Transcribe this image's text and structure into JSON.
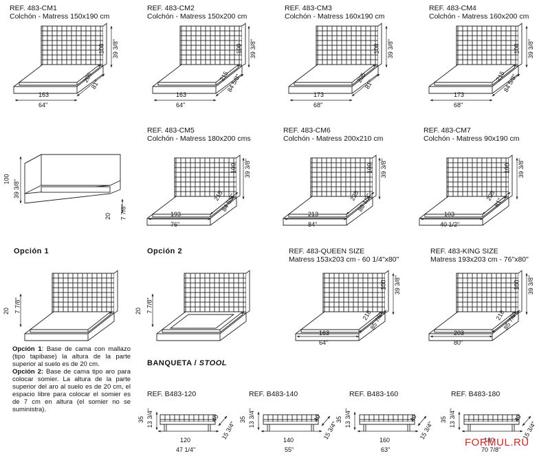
{
  "beds": [
    {
      "ref": "REF. 483-CM1",
      "mattress": "Colchón - Matress 150x190 cm",
      "width_cm": "163",
      "width_in": "64\"",
      "depth_cm": "205",
      "depth_in": "81\"",
      "height_cm": "100",
      "height_in": "39 3/8\""
    },
    {
      "ref": "REF. 483-CM2",
      "mattress": "Colchón - Matress 150x200 cm",
      "width_cm": "163",
      "width_in": "64\"",
      "depth_cm": "215",
      "depth_in": "84 5/8\"",
      "height_cm": "100",
      "height_in": "39 3/8\""
    },
    {
      "ref": "REF. 483-CM3",
      "mattress": "Colchón - Matress 160x190 cm",
      "width_cm": "173",
      "width_in": "68\"",
      "depth_cm": "205",
      "depth_in": "81\"",
      "height_cm": "100",
      "height_in": "39 3/8\""
    },
    {
      "ref": "REF. 483-CM4",
      "mattress": "Colchón - Matress 160x200 cm",
      "width_cm": "173",
      "width_in": "68\"",
      "depth_cm": "215",
      "depth_in": "84 5/8\"",
      "height_cm": "100",
      "height_in": "39 3/8\""
    },
    {
      "ref": "REF. 483-CM5",
      "mattress": "Colchón - Matress 180x200 cms",
      "width_cm": "193",
      "width_in": "76\"",
      "depth_cm": "215",
      "depth_in": "84 5/8\"",
      "height_cm": "100",
      "height_in": "39 3/8\""
    },
    {
      "ref": "REF. 483-CM6",
      "mattress": "Colchón - Matress 200x210 cm",
      "width_cm": "213",
      "width_in": "84\"",
      "depth_cm": "225",
      "depth_in": "88 1/2\"",
      "height_cm": "100",
      "height_in": "39 3/8\""
    },
    {
      "ref": "REF. 483-CM7",
      "mattress": "Colchón - Matress 90x190 cm",
      "width_cm": "103",
      "width_in": "40 1/2\"",
      "depth_cm": "205",
      "depth_in": "81\"",
      "height_cm": "100",
      "height_in": "39 3/8\""
    },
    {
      "ref": "REF. 483-QUEEN SIZE",
      "mattress": "Matress 153x203 cm - 60 1/4\"x80\"",
      "width_cm": "163",
      "width_in": "64\"",
      "depth_cm": "218",
      "depth_in": "85 7/8\"",
      "height_cm": "100",
      "height_in": "39 3/8\""
    },
    {
      "ref": "REF. 483-KING SIZE",
      "mattress": "Matress 193x203 cm - 76\"x80\"",
      "width_cm": "203",
      "width_in": "80\"",
      "depth_cm": "218",
      "depth_in": "85 7/8\"",
      "height_cm": "100",
      "height_in": "39 3/8\""
    }
  ],
  "side_view": {
    "height_cm": "100",
    "height_in": "39 3/8\"",
    "base_cm": "20",
    "base_in": "7 7/8\""
  },
  "options": [
    {
      "title": "Opción  1",
      "h_cm": "20",
      "h_in": "7 7/8\""
    },
    {
      "title": "Opción  2",
      "h_cm": "20",
      "h_in": "7 7/8\""
    }
  ],
  "notes": {
    "op1_label": "Opción 1",
    "op1_text": ": Base de cama con mallazo (tipo tapibase) la altura de la parte superior al suelo es de 20 cm.",
    "op2_label": "Opción 2:",
    "op2_text": " Base de cama tipo aro para colocar somier. La altura de la parte superior del aro al suelo es de 20 cm, el espacio libre para colocar el somier es de 7 cm en altura (el somier no se suministra)."
  },
  "stool_section": {
    "title": "BANQUETA / ",
    "title_italic": "STOOL"
  },
  "stools": [
    {
      "ref": "REF. B483-120",
      "length_cm": "120",
      "length_in": "47 1/4\"",
      "depth_cm": "40",
      "depth_in": "15 3/4\"",
      "height_cm": "35",
      "height_in": "13 3/4\""
    },
    {
      "ref": "REF. B483-140",
      "length_cm": "140",
      "length_in": "55\"",
      "depth_cm": "40",
      "depth_in": "15 3/4\"",
      "height_cm": "35",
      "height_in": "13 3/4\""
    },
    {
      "ref": "REF. B483-160",
      "length_cm": "160",
      "length_in": "63\"",
      "depth_cm": "40",
      "depth_in": "15 3/4\"",
      "height_cm": "35",
      "height_in": "13 3/4\""
    },
    {
      "ref": "REF. B483-180",
      "length_cm": "180",
      "length_in": "70 7/8\"",
      "depth_cm": "40",
      "depth_in": "15 3/4\"",
      "height_cm": "35",
      "height_in": "13 3/4\""
    }
  ],
  "watermark": "FORMUL.RU"
}
